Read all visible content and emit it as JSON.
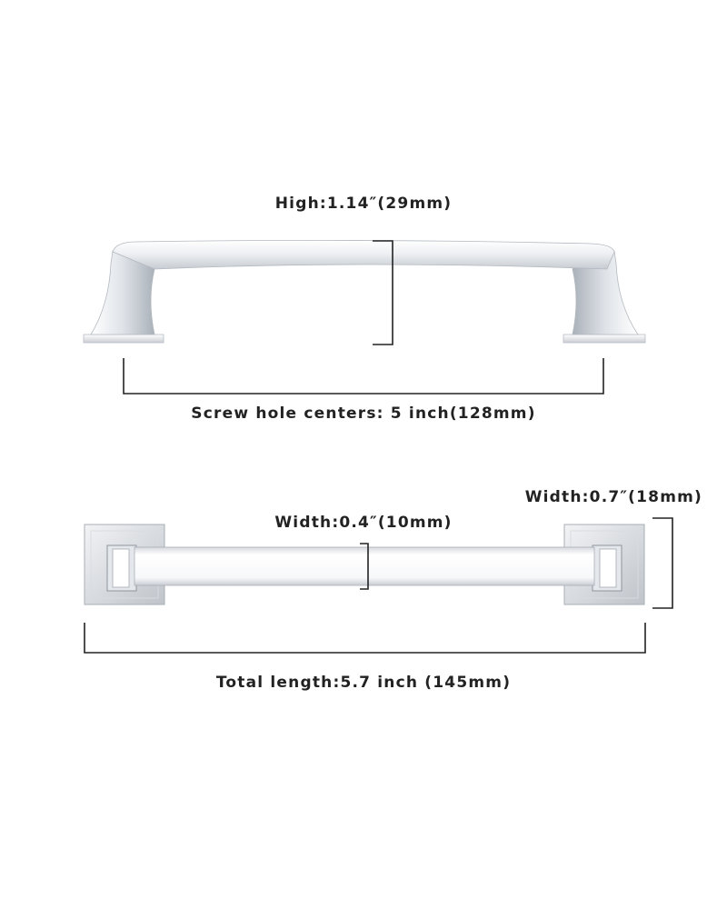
{
  "labels": {
    "height": "High:1.14″(29mm)",
    "screw_centers": "Screw hole centers: 5 inch(128mm)",
    "bar_width": "Width:0.4″(10mm)",
    "base_width": "Width:0.7″(18mm)",
    "total_length": "Total length:5.7 inch (145mm)"
  },
  "colors": {
    "text": "#222222",
    "chrome_light": "#f6f7f9",
    "chrome_mid": "#d9dde2",
    "chrome_dark": "#a7adb5"
  }
}
